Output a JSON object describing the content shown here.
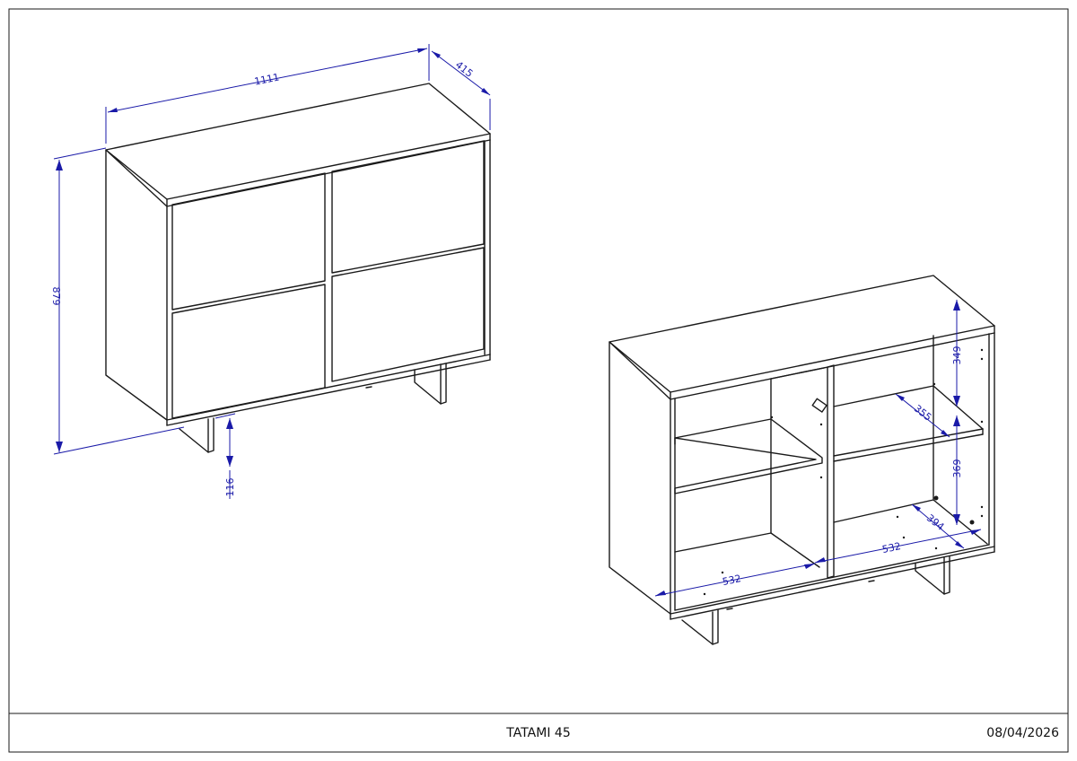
{
  "drawing": {
    "title": "TATAMI 45",
    "date": "08/04/2026"
  },
  "closed_view": {
    "dimensions": {
      "width": "1111",
      "depth": "415",
      "height": "879",
      "leg_height": "116"
    }
  },
  "open_view": {
    "dimensions": {
      "upper_space": "349",
      "shelf_depth": "355",
      "lower_space": "369",
      "inner_depth": "394",
      "right_inner_width": "532",
      "left_inner_width": "532"
    }
  },
  "colors": {
    "line": "#1a1a1a",
    "dimension": "#1a1aa8"
  }
}
